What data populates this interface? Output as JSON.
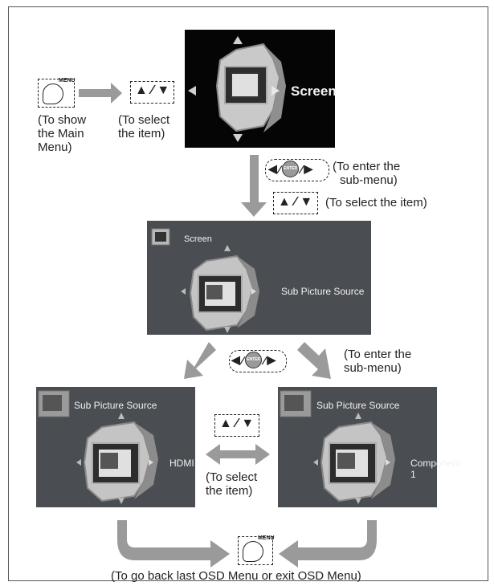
{
  "step1": {
    "menu_key_label": "MENU",
    "show_main_menu": [
      "(To show",
      "the Main",
      "Menu)"
    ],
    "select_item": [
      "(To select",
      "the item)"
    ],
    "screen_label": "Screen"
  },
  "step2": {
    "enter_key_label": "ENTER",
    "enter_submenu": [
      "(To enter the",
      "sub-menu)"
    ],
    "select_item_line": "(To select the item)",
    "screen_label": "Screen",
    "sub_picture_source": "Sub Picture Source"
  },
  "step3": {
    "enter_key_label": "ENTER",
    "enter_submenu": [
      "(To enter the",
      "sub-menu)"
    ],
    "left_title": "Sub Picture Source",
    "left_value": "HDMI",
    "right_title": "Sub Picture Source",
    "right_value": "Component 1",
    "select_item": [
      "(To select",
      "the item)"
    ]
  },
  "step4": {
    "menu_key_label": "MENU",
    "go_back": "(To go back last OSD Menu or exit OSD Menu)"
  },
  "colors": {
    "arrow": "#9a9a9a",
    "screen_dark": "#050505",
    "screen_grey": "#4a4d52"
  }
}
